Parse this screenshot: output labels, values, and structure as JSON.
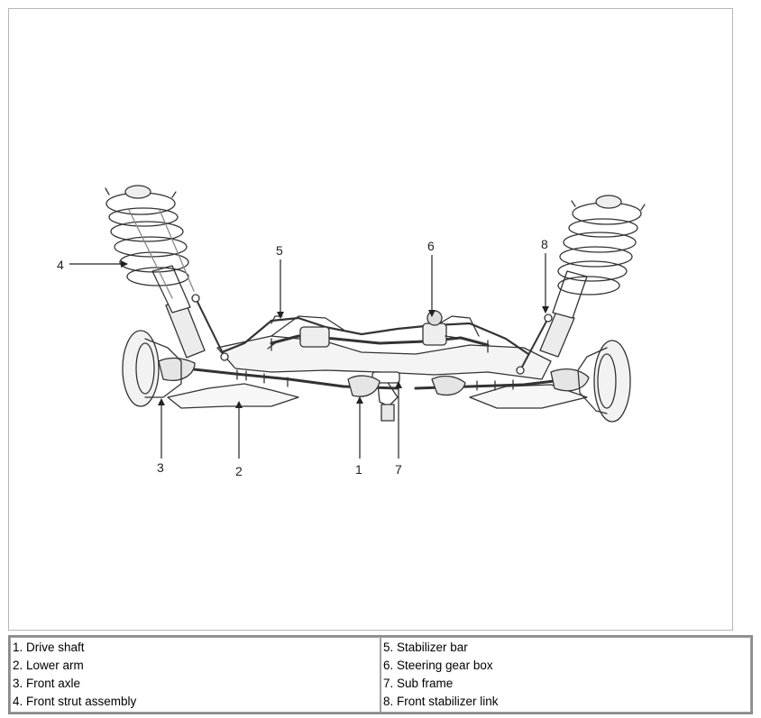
{
  "callouts": {
    "c1": "1",
    "c2": "2",
    "c3": "3",
    "c4": "4",
    "c5": "5",
    "c6": "6",
    "c7": "7",
    "c8": "8"
  },
  "legend": {
    "left": [
      "1. Drive shaft",
      "2. Lower arm",
      "3. Front axle",
      "4. Front strut assembly"
    ],
    "right": [
      "5. Stabilizer bar",
      "6. Steering gear box",
      "7. Sub frame",
      "8. Front stabilizer link"
    ]
  }
}
